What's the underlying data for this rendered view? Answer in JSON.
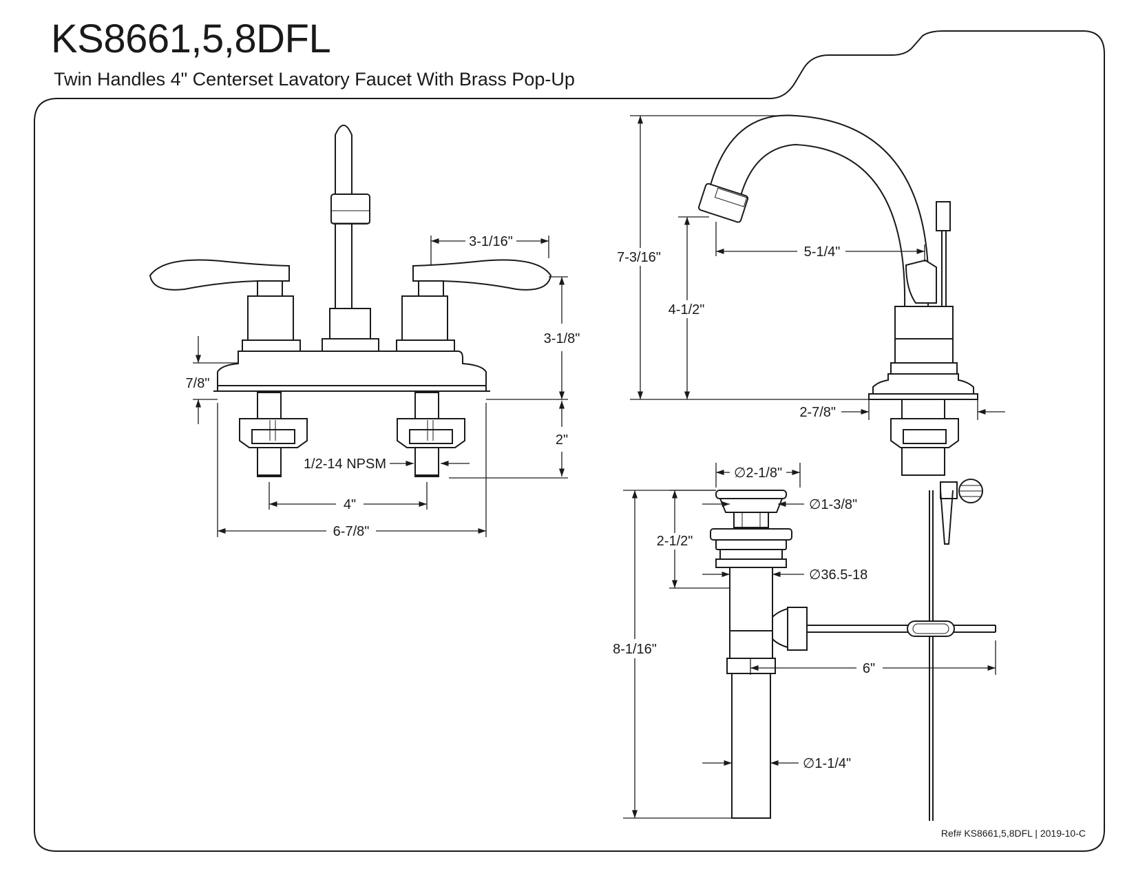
{
  "header": {
    "title": "KS8661,5,8DFL",
    "subtitle": "Twin Handles 4\" Centerset Lavatory Faucet With Brass Pop-Up"
  },
  "footer": {
    "ref": "Ref# KS8661,5,8DFL | 2019-10-C"
  },
  "front_view": {
    "dim_handle_spacing": "3-1/16\"",
    "dim_handle_height": "3-1/8\"",
    "dim_base_height": "7/8\"",
    "dim_shank_length": "2\"",
    "dim_thread": "1/2-14 NPSM",
    "dim_center": "4\"",
    "dim_base_width": "6-7/8\""
  },
  "side_view": {
    "dim_overall_height": "7-3/16\"",
    "dim_spout_reach": "5-1/4\"",
    "dim_spout_height": "4-1/2\"",
    "dim_base_depth": "2-7/8\""
  },
  "drain_view": {
    "dim_flange_dia": "∅2-1/8\"",
    "dim_cap_dia": "∅1-3/8\"",
    "dim_thread_length": "2-1/2\"",
    "dim_thread_spec": "∅36.5-18",
    "dim_overall_length": "8-1/16\"",
    "dim_rod_length": "6\"",
    "dim_tail_dia": "∅1-1/4\""
  },
  "colors": {
    "line": "#1a1a1a",
    "background": "#ffffff"
  }
}
